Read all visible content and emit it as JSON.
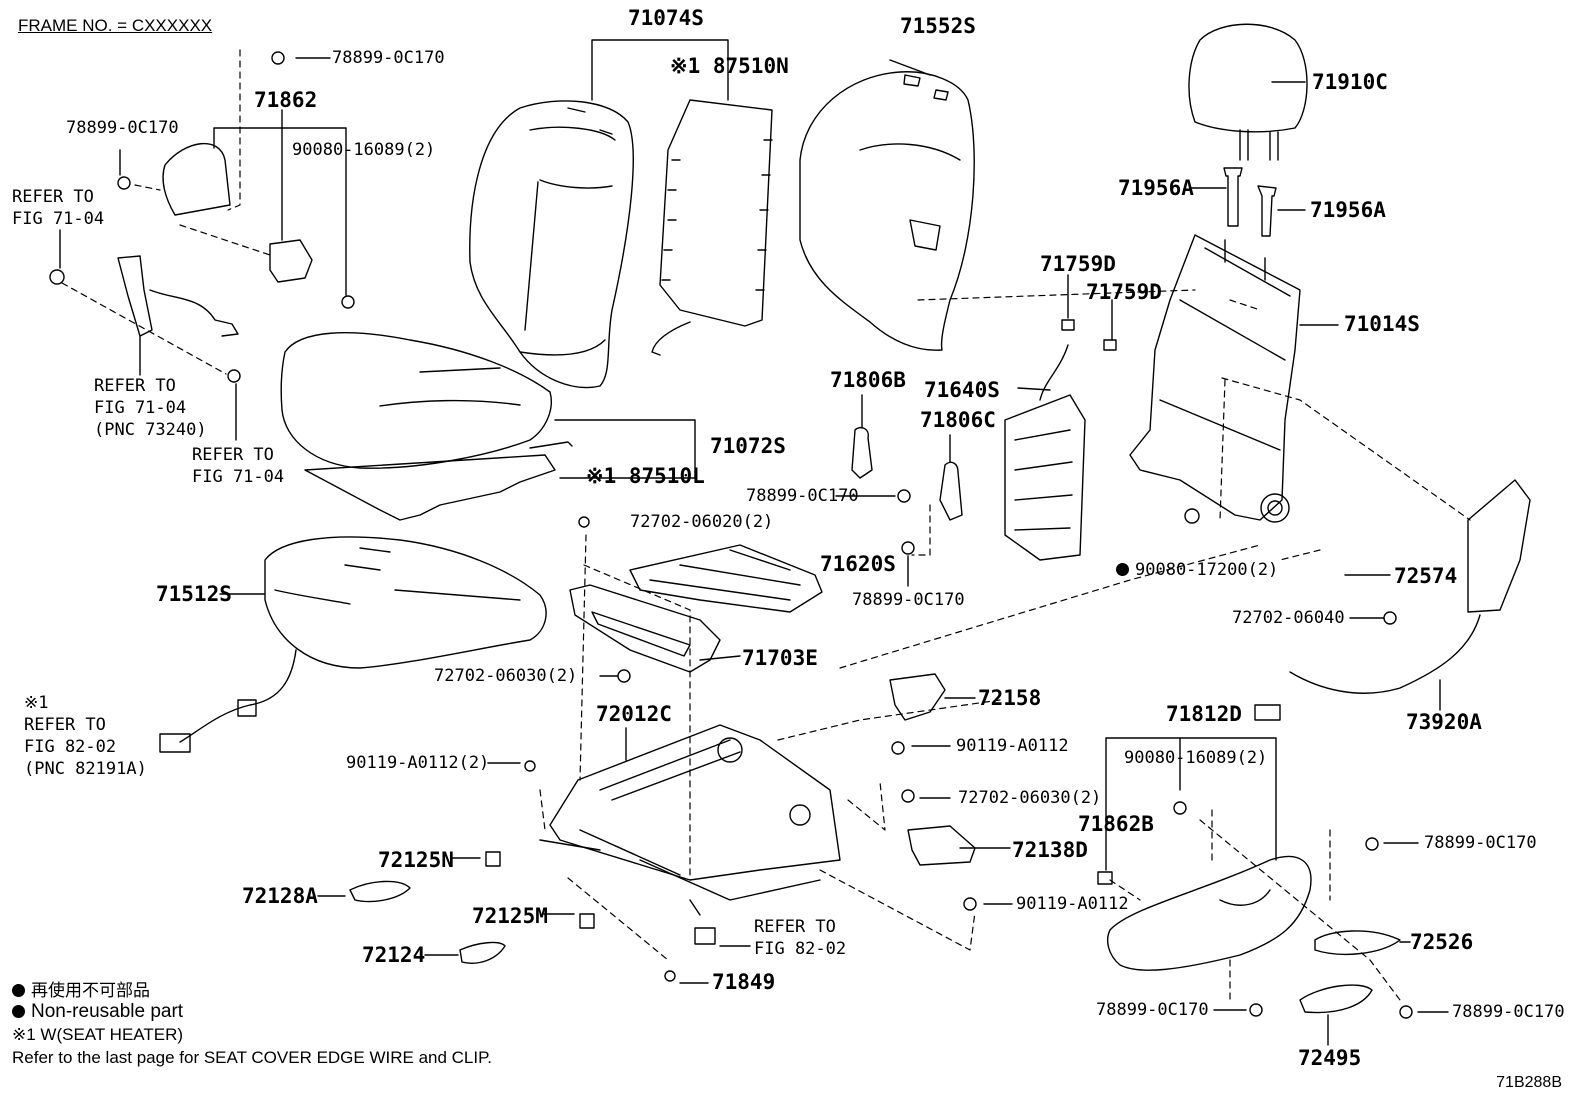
{
  "header": {
    "frame_no": "FRAME NO. = CXXXXXX"
  },
  "parts": {
    "p71074S": "71074S",
    "p87510N": "※1 87510N",
    "p71552S": "71552S",
    "p71910C": "71910C",
    "p71956A_1": "71956A",
    "p71956A_2": "71956A",
    "p78899_top": "78899-0C170",
    "p71862": "71862",
    "p78899_left": "78899-0C170",
    "p90080_16089_top": "90080-16089(2)",
    "p71759D_1": "71759D",
    "p71759D_2": "71759D",
    "p71014S": "71014S",
    "p71806B": "71806B",
    "p71640S": "71640S",
    "p71806C": "71806C",
    "p71072S": "71072S",
    "p87510L": "※1 87510L",
    "p78899_mid": "78899-0C170",
    "p72702_06020": "72702-06020(2)",
    "p71620S": "71620S",
    "p78899_mid2": "78899-0C170",
    "p90080_17200": "90080-17200(2)",
    "p72574": "72574",
    "p72702_06040": "72702-06040",
    "p71512S": "71512S",
    "p71703E": "71703E",
    "p72702_06030_a": "72702-06030(2)",
    "p72158": "72158",
    "p73920A": "73920A",
    "p72012C": "72012C",
    "p71812D": "71812D",
    "p90119_a": "90119-A0112",
    "p90119_b": "90119-A0112(2)",
    "p72702_06030_b": "72702-06030(2)",
    "p90080_16089_bot": "90080-16089(2)",
    "p71862B": "71862B",
    "p72138D": "72138D",
    "p78899_r1": "78899-0C170",
    "p72125N": "72125N",
    "p72128A": "72128A",
    "p72125M": "72125M",
    "p90119_c": "90119-A0112",
    "p72526": "72526",
    "p72124": "72124",
    "p71849": "71849",
    "p78899_r2": "78899-0C170",
    "p78899_r3": "78899-0C170",
    "p72495": "72495"
  },
  "refs": {
    "r1": "REFER TO\nFIG 71-04",
    "r2": "REFER TO\nFIG 71-04\n(PNC 73240)",
    "r3": "REFER TO\nFIG 71-04",
    "r4": "※1\nREFER TO\nFIG 82-02\n(PNC 82191A)",
    "r5": "REFER TO\nFIG 82-02"
  },
  "legend": {
    "jp": "再使用不可部品",
    "en": "Non-reusable part",
    "note1": "※1 W(SEAT HEATER)",
    "note2": "Refer to the last page for SEAT COVER EDGE WIRE and CLIP."
  },
  "figure_code": "71B288B"
}
